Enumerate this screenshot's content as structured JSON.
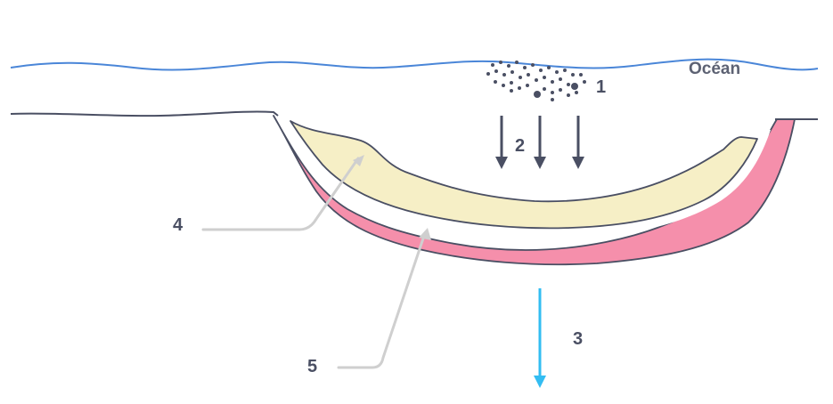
{
  "ocean_label": "Océan",
  "labels": {
    "one": "1",
    "two": "2",
    "three": "3",
    "four": "4",
    "five": "5"
  },
  "colors": {
    "water_line": "#4a86d8",
    "seafloor_line": "#4a4f63",
    "yellow_layer": "#f6efc6",
    "pink_layer": "#f58fab",
    "down_arrows": "#4a4f63",
    "blue_arrow": "#33bdf2",
    "leader_lines": "#cfcfcf",
    "particles": "#4a4f63"
  }
}
